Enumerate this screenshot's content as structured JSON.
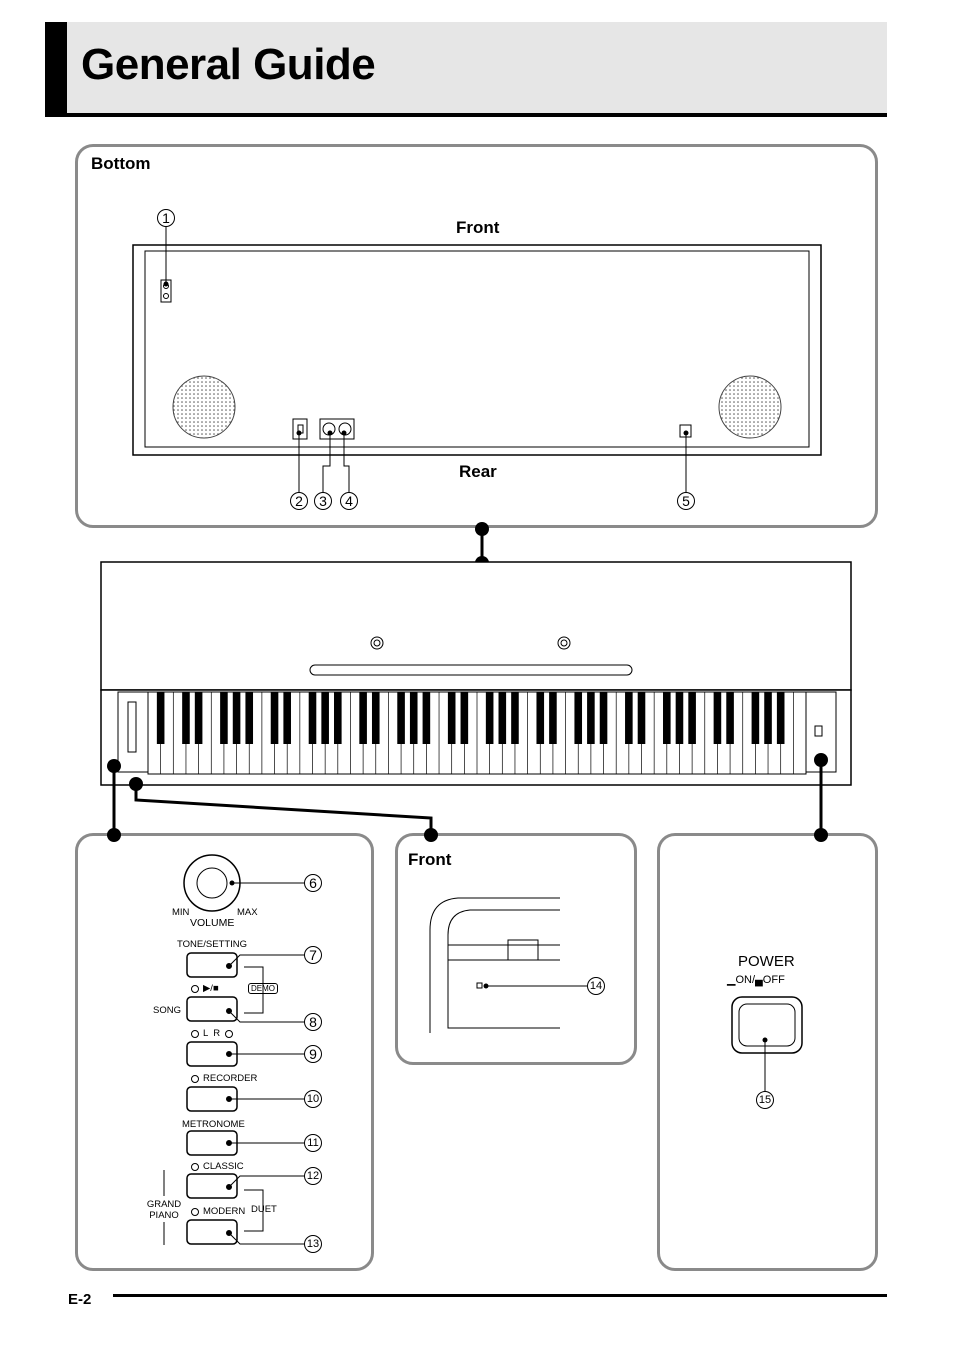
{
  "page": {
    "title": "General Guide",
    "page_number": "E-2"
  },
  "bottom_panel": {
    "heading": "Bottom",
    "front_label": "Front",
    "rear_label": "Rear"
  },
  "front_panel": {
    "heading": "Front"
  },
  "controls": {
    "volume": "VOLUME",
    "min": "MIN",
    "max": "MAX",
    "tone_setting": "TONE/SETTING",
    "play_stop": "▶/■",
    "demo": "DEMO",
    "song": "SONG",
    "l_r": "L  R",
    "recorder": "RECORDER",
    "metronome": "METRONOME",
    "classic": "CLASSIC",
    "grand_piano": "GRAND PIANO",
    "modern": "MODERN",
    "duet": "DUET"
  },
  "power": {
    "label": "POWER",
    "on_off": "▁ON/▄OFF"
  },
  "callouts": [
    "1",
    "2",
    "3",
    "4",
    "5",
    "6",
    "7",
    "8",
    "9",
    "10",
    "11",
    "12",
    "13",
    "14",
    "15"
  ]
}
